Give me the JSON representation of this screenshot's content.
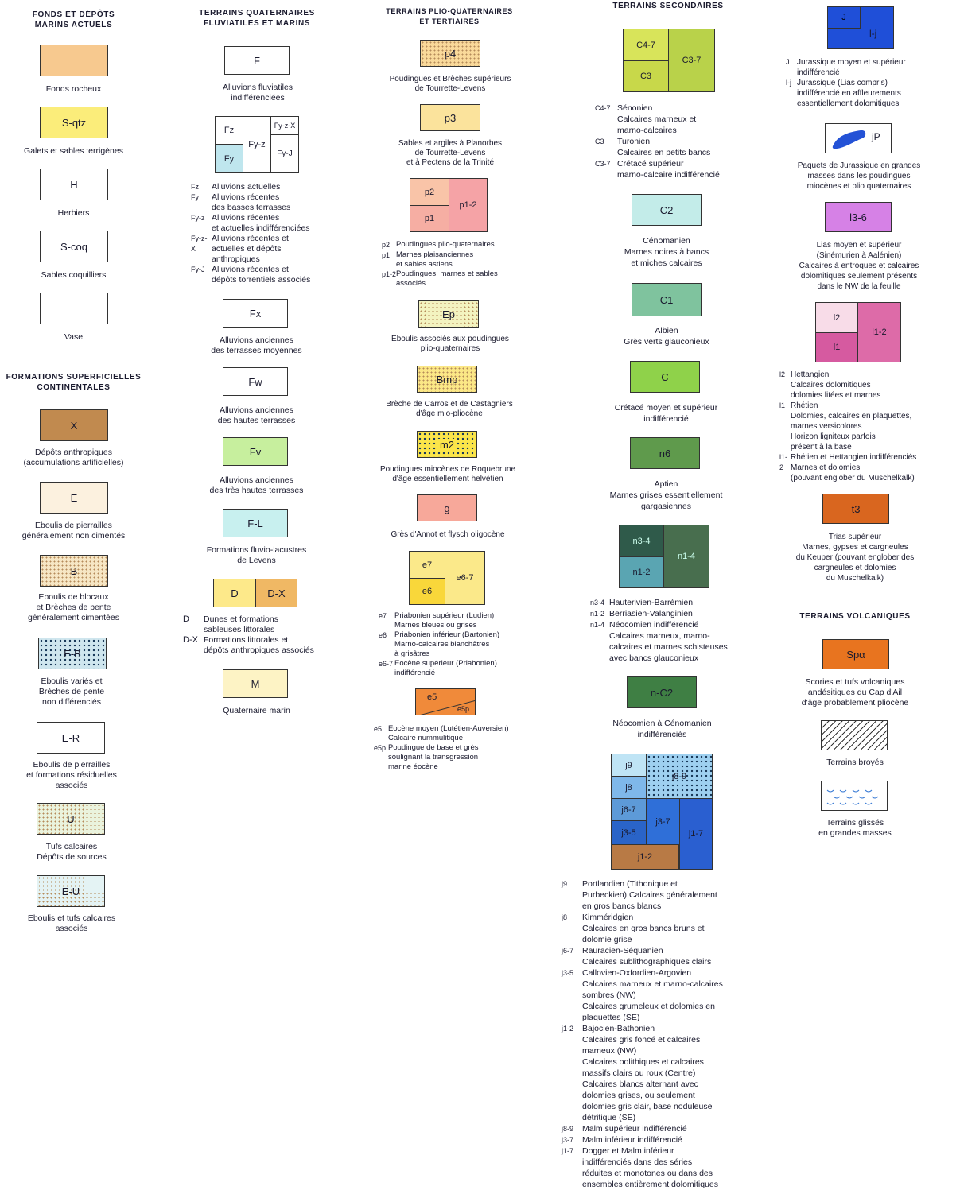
{
  "col1": {
    "header1": "FONDS ET DÉPÔTS\nMARINS ACTUELS",
    "header2": "FORMATIONS SUPERFICIELLES\nCONTINENTALES",
    "items": [
      {
        "code": "",
        "caption": "Fonds rocheux",
        "color": "#f7c98f"
      },
      {
        "code": "S-qtz",
        "caption": "Galets et sables terrigènes",
        "color": "#fbed7a"
      },
      {
        "code": "H",
        "caption": "Herbiers",
        "color": "#ffffff"
      },
      {
        "code": "S-coq",
        "caption": "Sables coquilliers",
        "color": "#ffffff"
      },
      {
        "code": "",
        "caption": "Vase",
        "color": "#ffffff"
      },
      {
        "code": "X",
        "caption": "Dépôts anthropiques\n(accumulations artificielles)",
        "color": "#c18a4f"
      },
      {
        "code": "E",
        "caption": "Eboulis de pierrailles\ngénéralement non cimentés",
        "color": "#fcf1df"
      },
      {
        "code": "B",
        "caption": "Eboulis de blocaux\net Brèches de pente\ngénéralement cimentées",
        "color": "#f6e6c4"
      },
      {
        "code": "E-B",
        "caption": "Eboulis variés et\nBrèches de pente\nnon différenciés",
        "color": "#cfe6ee"
      },
      {
        "code": "E-R",
        "caption": "Eboulis de pierrailles\net formations résiduelles\nassociés",
        "color": "#ffffff"
      },
      {
        "code": "U",
        "caption": "Tufs calcaires\nDépôts de sources",
        "color": "#eaf3dd"
      },
      {
        "code": "E-U",
        "caption": "Eboulis et tufs calcaires\nassociés",
        "color": "#e4f3f4"
      }
    ]
  },
  "col2": {
    "header": "TERRAINS QUATERNAIRES\nFLUVIATILES ET MARINS",
    "F": {
      "code": "F",
      "caption": "Alluvions fluviatiles\nindifférenciées"
    },
    "fy_block": {
      "fz": "Fz",
      "fy": "Fy",
      "fyz": "Fy-z",
      "fyzx": "Fy-z-X",
      "fyj": "Fy-J"
    },
    "fy_legend": [
      {
        "code": "Fz",
        "text": "Alluvions actuelles"
      },
      {
        "code": "Fy",
        "text": "Alluvions récentes\ndes basses terrasses"
      },
      {
        "code": "Fy-z",
        "text": "Alluvions récentes\net actuelles indifférenciées"
      },
      {
        "code": "Fy-z-X",
        "text": "Alluvions récentes et\nactuelles et dépôts\nanthropiques"
      },
      {
        "code": "Fy-J",
        "text": "Alluvions récentes et\ndépôts torrentiels associés"
      }
    ],
    "Fx": {
      "code": "Fx",
      "caption": "Alluvions anciennes\ndes terrasses moyennes"
    },
    "Fw": {
      "code": "Fw",
      "caption": "Alluvions anciennes\ndes hautes terrasses"
    },
    "Fv": {
      "code": "Fv",
      "caption": "Alluvions anciennes\ndes très hautes terrasses"
    },
    "FL": {
      "code": "F-L",
      "caption": "Formations fluvio-lacustres\nde Levens"
    },
    "D": {
      "code": "D",
      "code2": "D-X"
    },
    "d_legend": [
      {
        "code": "D",
        "text": "Dunes et formations\nsableuses littorales"
      },
      {
        "code": "D-X",
        "text": "Formations littorales et\ndépôts anthropiques associés"
      }
    ],
    "M": {
      "code": "M",
      "caption": "Quaternaire marin"
    }
  },
  "col3": {
    "header": "TERRAINS PLIO-QUATERNAIRES\nET TERTIAIRES",
    "p4": {
      "code": "p4",
      "caption": "Poudingues et Brèches supérieurs\nde Tourrette-Levens"
    },
    "p3": {
      "code": "p3",
      "caption": "Sables et argiles à Planorbes\nde Tourrette-Levens\net à Pectens de la Trinité"
    },
    "p_block": {
      "p2": "p2",
      "p1": "p1",
      "p12": "p1-2"
    },
    "p_legend": [
      {
        "code": "p2",
        "text": "Poudingues plio-quaternaires"
      },
      {
        "code": "p1",
        "text": "Marnes plaisanciennes\net sables astiens"
      },
      {
        "code": "p1-2",
        "text": "Poudingues, marnes et sables\nassociés"
      }
    ],
    "Ep": {
      "code": "Ep",
      "caption": "Eboulis associés aux poudingues\nplio-quaternaires"
    },
    "Bmp": {
      "code": "Bmp",
      "caption": "Brèche de Carros et de Castagniers\nd'âge mio-pliocène"
    },
    "m2": {
      "code": "m2",
      "caption": "Poudingues miocènes de Roquebrune\nd'âge essentiellement helvétien"
    },
    "g": {
      "code": "g",
      "caption": "Grès d'Annot et flysch oligocène"
    },
    "e_block": {
      "e7": "e7",
      "e6": "e6",
      "e67": "e6-7"
    },
    "e_legend": [
      {
        "code": "e7",
        "text": "Priabonien supérieur (Ludien)\nMarnes bleues ou grises"
      },
      {
        "code": "e6",
        "text": "Priabonien inférieur (Bartonien)\nMarno-calcaires blanchâtres\nà grisâtres"
      },
      {
        "code": "e6-7",
        "text": "Eocène supérieur (Priabonien)\nindifférencié"
      }
    ],
    "e5_block": {
      "e5": "e5",
      "e5p": "e5p"
    },
    "e5_legend": [
      {
        "code": "e5",
        "text": "Eocène moyen (Lutétien-Auversien)\nCalcaire nummulitique"
      },
      {
        "code": "e5p",
        "text": "Poudingue de base et grès\nsoulignant la transgression\nmarine éocène"
      }
    ]
  },
  "col4": {
    "header": "TERRAINS SECONDAIRES",
    "c_block": {
      "c47": "C4-7",
      "c3": "C3",
      "c37": "C3-7"
    },
    "c_legend": [
      {
        "code": "C4-7",
        "text": "Sénonien\nCalcaires marneux et\nmarno-calcaires"
      },
      {
        "code": "C3",
        "text": "Turonien\nCalcaires en petits bancs"
      },
      {
        "code": "C3-7",
        "text": "Crétacé supérieur\nmarno-calcaire indifférencié"
      }
    ],
    "C2": {
      "code": "C2",
      "caption": "Cénomanien\nMarnes noires à bancs\net miches calcaires"
    },
    "C1": {
      "code": "C1",
      "caption": "Albien\nGrès verts glauconieux"
    },
    "C": {
      "code": "C",
      "caption": "Crétacé moyen et supérieur\nindifférencié"
    },
    "n6": {
      "code": "n6",
      "caption": "Aptien\nMarnes grises essentiellement\ngargasiennes"
    },
    "n_block": {
      "n34": "n3-4",
      "n12": "n1-2",
      "n14": "n1-4"
    },
    "n_legend": [
      {
        "code": "n3-4",
        "text": "Hauterivien-Barrémien"
      },
      {
        "code": "n1-2",
        "text": "Berriasien-Valanginien"
      },
      {
        "code": "n1-4",
        "text": "Néocomien indifférencié\nCalcaires marneux, marno-\ncalcaires et marnes schisteuses\navec bancs glauconieux"
      }
    ],
    "nC2": {
      "code": "n-C2",
      "caption": "Néocomien à Cénomanien\nindifférenciés"
    },
    "j_block": {
      "j9": "j9",
      "j8": "j8",
      "j67": "j6-7",
      "j35": "j3-5",
      "j12": "j1-2",
      "j89": "j8-9",
      "j37": "j3-7",
      "j17": "j1-7"
    },
    "j_legend": [
      {
        "code": "j9",
        "text": "Portlandien (Tithonique et\nPurbeckien) Calcaires généralement\nen gros bancs blancs"
      },
      {
        "code": "j8",
        "text": "Kimméridgien\nCalcaires en gros bancs bruns et\ndolomie grise"
      },
      {
        "code": "j6-7",
        "text": "Rauracien-Séquanien\nCalcaires sublithographiques clairs"
      },
      {
        "code": "j3-5",
        "text": "Callovien-Oxfordien-Argovien\nCalcaires marneux et marno-calcaires\nsombres (NW)\nCalcaires grumeleux et dolomies en\nplaquettes (SE)"
      },
      {
        "code": "j1-2",
        "text": "Bajocien-Bathonien\nCalcaires gris foncé et calcaires\nmarneux (NW)\nCalcaires oolithiques et calcaires\nmassifs clairs ou roux (Centre)\nCalcaires blancs alternant avec\ndolomies grises, ou seulement\ndolomies gris clair, base noduleuse\ndétritique (SE)"
      },
      {
        "code": "j8-9",
        "text": "Malm supérieur indifférencié"
      },
      {
        "code": "j3-7",
        "text": "Malm inférieur indifférencié"
      },
      {
        "code": "j1-7",
        "text": "Dogger et Malm inférieur\nindifférenciés dans des séries\nréduites et monotones ou dans des\nensembles entièrement dolomitiques"
      }
    ]
  },
  "col5": {
    "jJ": {
      "j": "J",
      "lj": "l-j"
    },
    "jJ_legend": [
      {
        "code": "J",
        "text": "Jurassique moyen et supérieur\nindifférencié"
      },
      {
        "code": "l-j",
        "text": "Jurassique (Lias compris)\nindifférencié en affleurements\nessentiellement dolomitiques"
      }
    ],
    "jP": {
      "code": "jP",
      "caption": "Paquets de Jurassique en grandes\nmasses dans les poudingues\nmiocènes et plio quaternaires"
    },
    "l36": {
      "code": "l3-6",
      "caption": "Lias moyen et supérieur\n(Sinémurien à Aalénien)\nCalcaires à entroques et calcaires\ndolomitiques seulement présents\ndans le NW de la feuille"
    },
    "l_block": {
      "l2": "l2",
      "l1": "l1",
      "l12": "l1-2"
    },
    "l_legend": [
      {
        "code": "l2",
        "text": "Hettangien\nCalcaires dolomitiques\ndolomies litées et marnes"
      },
      {
        "code": "l1",
        "text": "Rhétien\nDolomies, calcaires en plaquettes,\nmarnes versicolores\nHorizon ligniteux parfois\nprésent à la base"
      },
      {
        "code": "l1-2",
        "text": "Rhétien et Hettangien indifférenciés\nMarnes et dolomies\n(pouvant englober du Muschelkalk)"
      }
    ],
    "t3": {
      "code": "t3",
      "caption": "Trias supérieur\nMarnes, gypses et cargneules\ndu Keuper (pouvant englober des\ncargneules et dolomies\ndu Muschelkalk)"
    },
    "volc_header": "TERRAINS VOLCANIQUES",
    "Spa": {
      "code": "Spα",
      "caption": "Scories et tufs volcaniques\nandésitiques du Cap d'Ail\nd'âge probablement pliocène"
    },
    "broyes": {
      "caption": "Terrains broyés"
    },
    "glisses": {
      "caption": "Terrains glissés\nen grandes masses"
    }
  }
}
